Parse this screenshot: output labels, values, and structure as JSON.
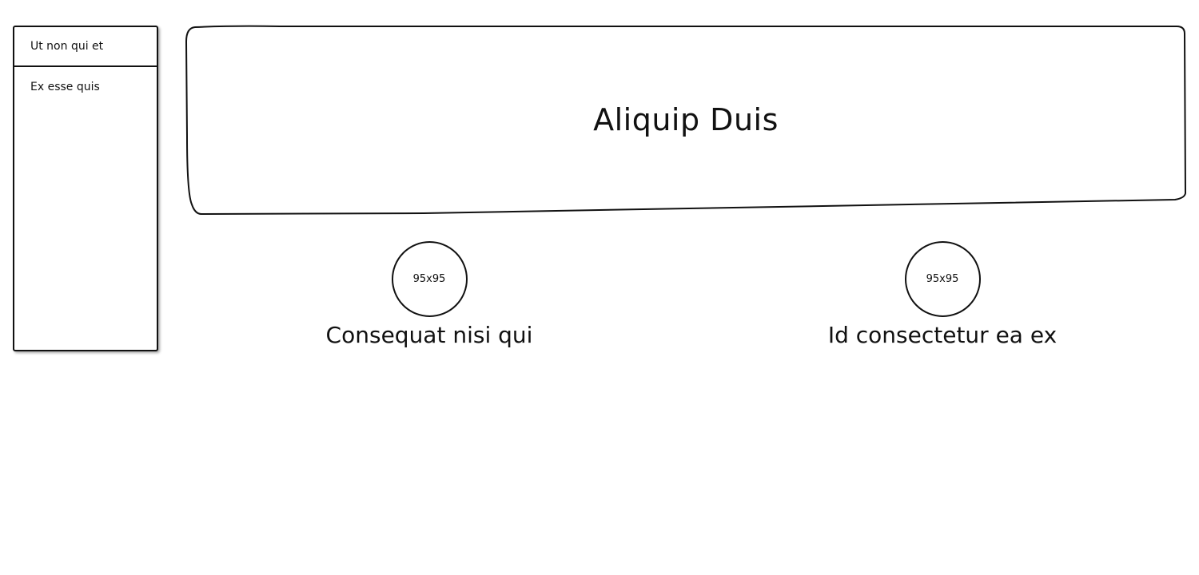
{
  "sidebar": {
    "items": [
      {
        "label": "Ut non qui et"
      },
      {
        "label": "Ex esse quis"
      }
    ]
  },
  "hero": {
    "title": "Aliquip Duis"
  },
  "cards": [
    {
      "avatar_label": "95x95",
      "caption": "Consequat nisi qui"
    },
    {
      "avatar_label": "95x95",
      "caption": "Id consectetur ea ex"
    }
  ]
}
